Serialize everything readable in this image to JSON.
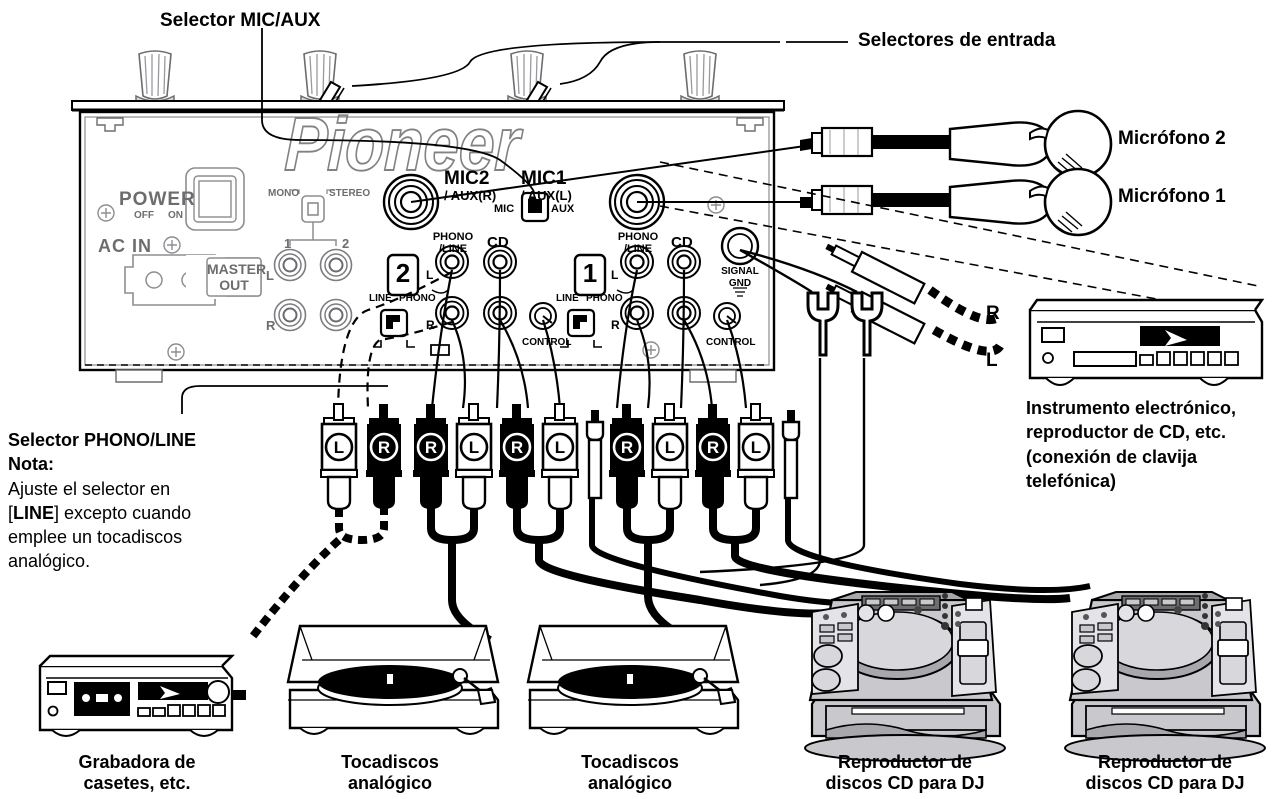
{
  "diagram": {
    "title": "Pioneer DJ mixer rear-panel connection diagram",
    "language": "es",
    "colors": {
      "ink": "#000000",
      "paper": "#ffffff",
      "panel_line": "#58585a",
      "device_grey": "#a8a8ac",
      "device_grey_light": "#c9c9cd",
      "device_dark": "#6e6e72"
    }
  },
  "callouts": {
    "selector_mic_aux": "Selector MIC/AUX",
    "selectores_entrada": "Selectores de entrada",
    "microfono_2": "Micrófono 2",
    "microfono_1": "Micrófono 1",
    "instrumento": "Instrumento electrónico,\nreproductor de CD, etc.\n(conexión de clavija\ntelefónica)",
    "channel_r": "R",
    "channel_l": "L"
  },
  "note": {
    "heading_line1": "Selector PHONO/LINE",
    "heading_line2": "Nota:",
    "body_pre": "Ajuste el selector en\n[",
    "body_bold": "LINE",
    "body_post": "] excepto cuando\nemplee un tocadiscos\nanalógico."
  },
  "devices": [
    {
      "id": "cassette",
      "label": "Grabadora de\ncasetes, etc."
    },
    {
      "id": "turntable-2",
      "label": "Tocadiscos\nanalógico"
    },
    {
      "id": "turntable-1",
      "label": "Tocadiscos\nanalógico"
    },
    {
      "id": "cdj-2",
      "label": "Reproductor de\ndiscos CD para DJ"
    },
    {
      "id": "cdj-1",
      "label": "Reproductor de\ndiscos CD para DJ"
    }
  ],
  "panel": {
    "brand": "Pioneer",
    "power": "POWER",
    "power_off": "OFF",
    "power_on": "ON",
    "ac_in": "AC IN",
    "master_out": "MASTER\nOUT",
    "master_1": "1",
    "master_2": "2",
    "master_l": "L",
    "master_r": "R",
    "mono": "MONO",
    "stereo": "STEREO",
    "mic2": "MIC2",
    "mic2_sub": "/ AUX(R)",
    "mic1": "MIC1",
    "mic1_sub": "/ AUX(L)",
    "mic_sw_left": "MIC",
    "mic_sw_right": "AUX",
    "signal_gnd": "SIGNAL\nGND",
    "channels": [
      {
        "number": "2",
        "phono_line": "PHONO\n/LINE",
        "cd": "CD",
        "l": "L",
        "r": "R",
        "sw_line": "LINE",
        "sw_phono": "PHONO",
        "control": "CONTROL"
      },
      {
        "number": "1",
        "phono_line": "PHONO\n/LINE",
        "cd": "CD",
        "l": "L",
        "r": "R",
        "sw_line": "LINE",
        "sw_phono": "PHONO",
        "control": "CONTROL"
      }
    ]
  },
  "plugs": [
    {
      "group": "cassette",
      "labels": [
        "L",
        "R"
      ],
      "style": "dashed"
    },
    {
      "group": "deck-2-rca",
      "labels": [
        "R",
        "L",
        "R",
        "L"
      ],
      "style": "solid"
    },
    {
      "group": "deck-2-ctrl",
      "labels": [],
      "style": "mini"
    },
    {
      "group": "deck-1-rca",
      "labels": [
        "R",
        "L",
        "R",
        "L"
      ],
      "style": "solid"
    },
    {
      "group": "deck-1-ctrl",
      "labels": [],
      "style": "mini"
    }
  ]
}
